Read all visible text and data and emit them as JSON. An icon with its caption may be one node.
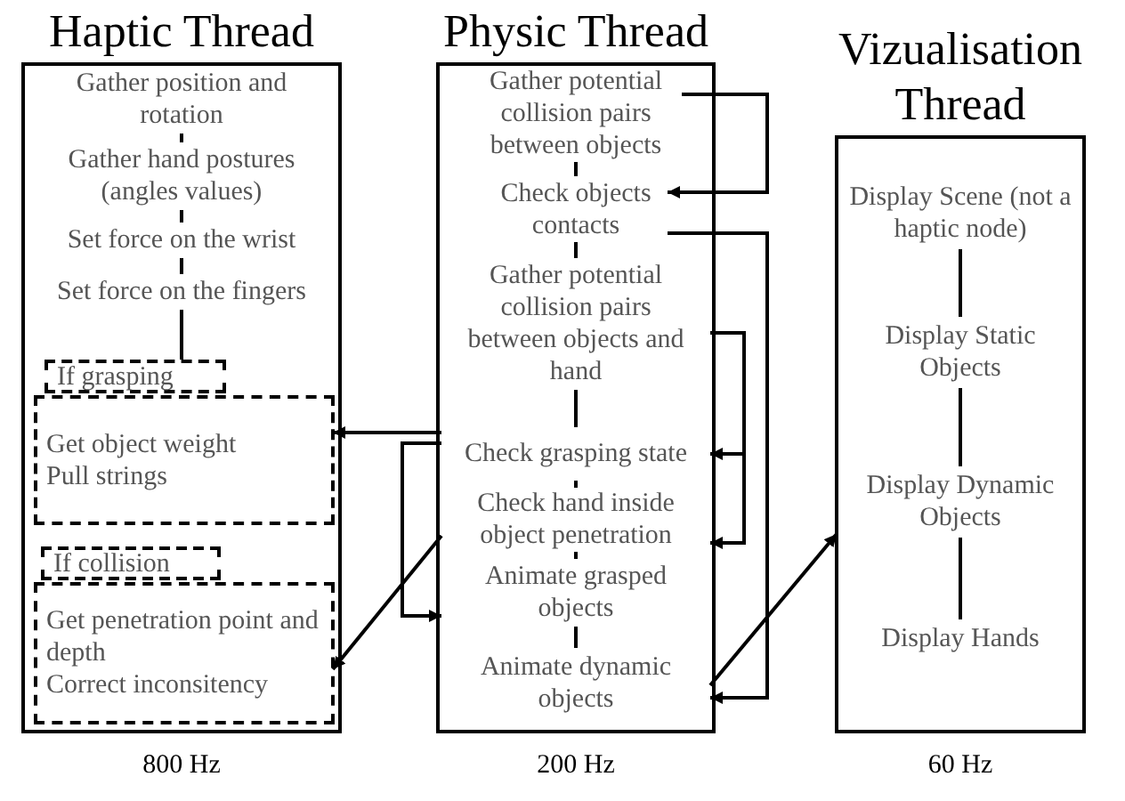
{
  "diagram": {
    "nodes": [
      {
        "text": [
          "Haptic Thread"
        ],
        "beside": [
          "800 Hz"
        ]
      },
      {
        "text": [
          "Gather position and rotation"
        ],
        "in": 0
      },
      {
        "text": [
          "Gather hand postures (angles values)"
        ],
        "in": 0
      },
      {
        "text": [
          "Set force on the wrist"
        ],
        "in": 0
      },
      {
        "text": [
          "Set force on the fingers"
        ],
        "in": 0
      },
      {
        "text": [
          "If grasping"
        ],
        "in": 0
      },
      {
        "text": [
          "Get object weight",
          "Pull strings"
        ],
        "in": 0
      },
      {
        "text": [
          "If collision"
        ],
        "in": 0
      },
      {
        "text": [
          "Get penetration point and depth",
          "Correct inconsitency"
        ],
        "in": 0
      },
      {
        "text": [
          "Physic Thread"
        ],
        "beside": [
          "200 Hz"
        ]
      },
      {
        "text": [
          "Gather potential collision pairs between objects"
        ],
        "in": 9
      },
      {
        "text": [
          "Check objects contacts"
        ],
        "in": 9
      },
      {
        "text": [
          "Gather potential collision pairs between objects and hand"
        ],
        "in": 9
      },
      {
        "text": [
          "Check grasping state"
        ],
        "in": 9
      },
      {
        "text": [
          "Check hand inside object penetration"
        ],
        "in": 9
      },
      {
        "text": [
          "Animate grasped objects"
        ],
        "in": 9
      },
      {
        "text": [
          "Animate dynamic objects"
        ],
        "in": 9
      },
      {
        "text": [
          "Vizualisation Thread"
        ],
        "beside": [
          "60 Hz"
        ]
      },
      {
        "text": [
          "Display Scene (not a haptic node)"
        ],
        "in": 17
      },
      {
        "text": [
          "Display Static Objects"
        ],
        "in": 17
      },
      {
        "text": [
          "Display Dynamic Objects"
        ],
        "in": 17
      },
      {
        "text": [
          "Display Hands"
        ],
        "in": 17
      }
    ],
    "edges": [
      {
        "from": 1,
        "to": 2,
        "arrow": "none"
      },
      {
        "from": 2,
        "to": 3,
        "arrow": "none"
      },
      {
        "from": 3,
        "to": 4,
        "arrow": "none"
      },
      {
        "from": 4,
        "to": 5,
        "arrow": "none"
      },
      {
        "from": 10,
        "to": 11,
        "arrow": "none"
      },
      {
        "from": 11,
        "to": 12,
        "arrow": "none"
      },
      {
        "from": 12,
        "to": 13,
        "arrow": "none"
      },
      {
        "from": 13,
        "to": 14,
        "arrow": "none"
      },
      {
        "from": 14,
        "to": 15,
        "arrow": "none"
      },
      {
        "from": 15,
        "to": 16,
        "arrow": "none"
      },
      {
        "from": 18,
        "to": 19,
        "arrow": "none"
      },
      {
        "from": 19,
        "to": 20,
        "arrow": "none"
      },
      {
        "from": 20,
        "to": 21,
        "arrow": "none"
      },
      {
        "from": 10,
        "to": 11,
        "arrow": "to"
      },
      {
        "from": 11,
        "to": 16,
        "arrow": "to"
      },
      {
        "from": 12,
        "to": 13,
        "arrow": "to"
      },
      {
        "from": 12,
        "to": 14,
        "arrow": "to"
      },
      {
        "from": 13,
        "to": 6,
        "arrow": "to"
      },
      {
        "from": 13,
        "to": 15,
        "arrow": "to"
      },
      {
        "from": 14,
        "to": 8,
        "arrow": "to"
      },
      {
        "from": 16,
        "to": 17,
        "arrow": "to"
      }
    ]
  }
}
